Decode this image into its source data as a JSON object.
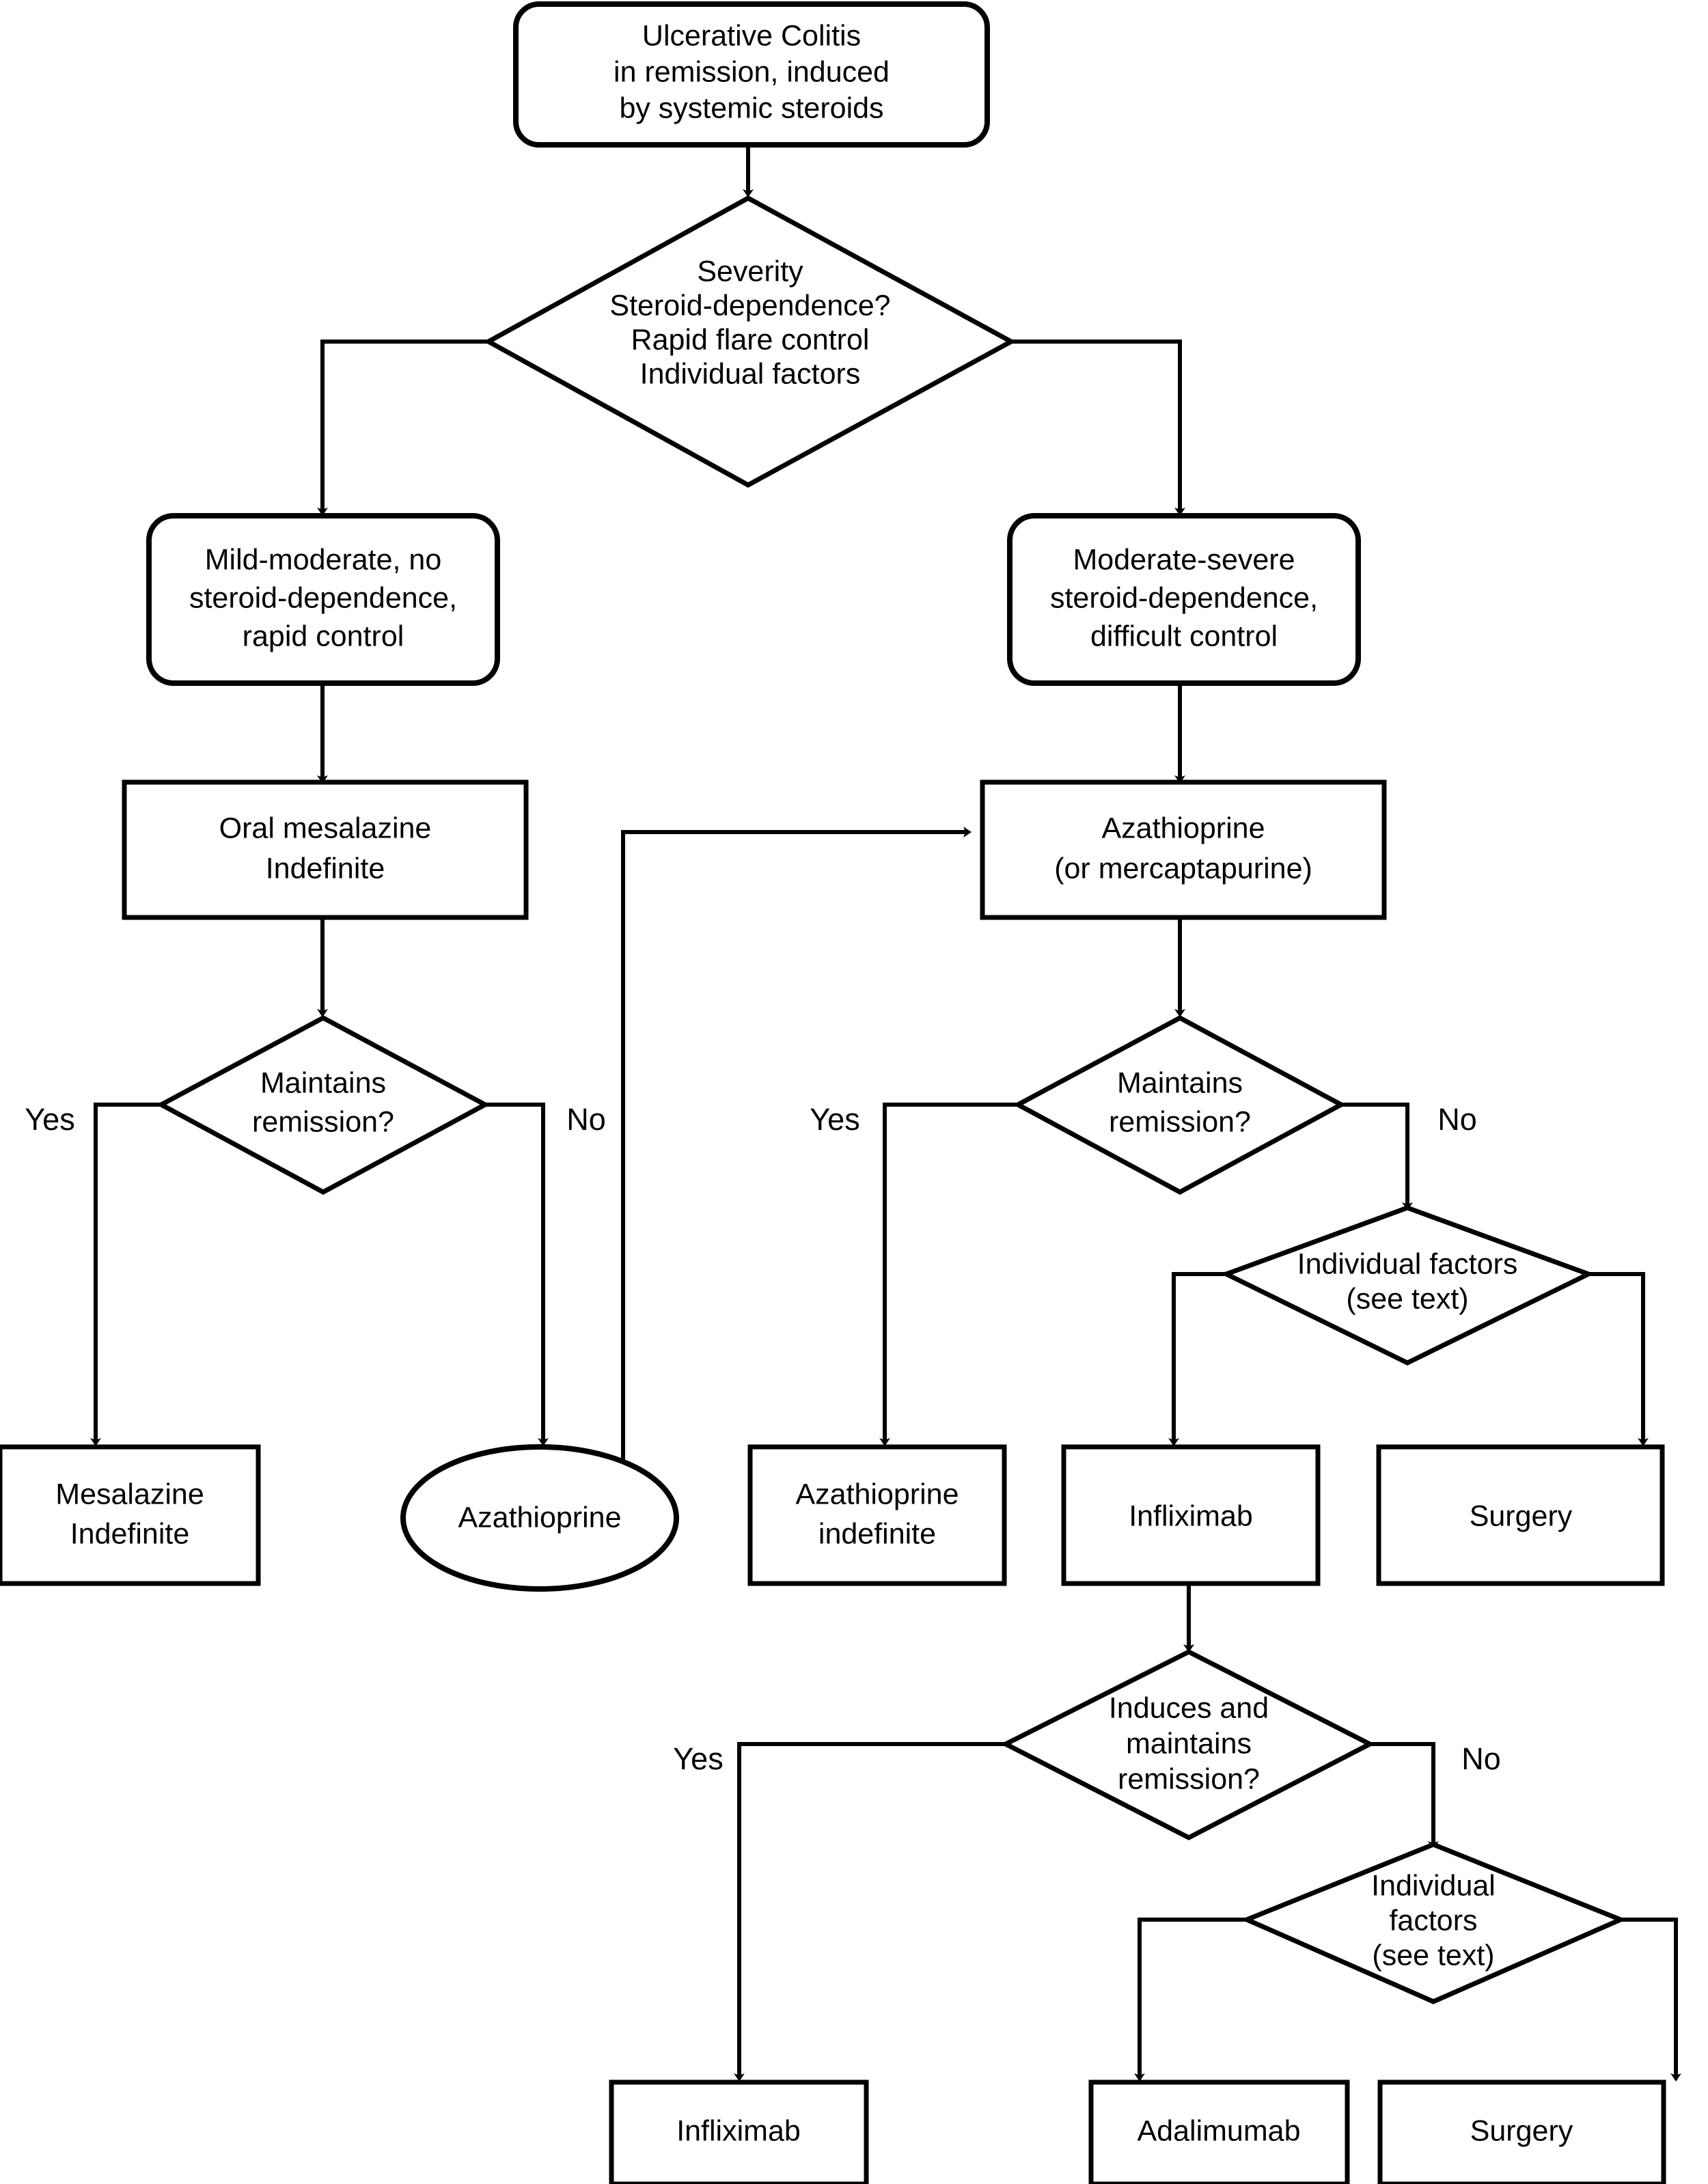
{
  "diagram": {
    "title": "Ulcerative Colitis maintenance-of-remission treatment algorithm",
    "type": "flowchart",
    "background_color": "#ffffff",
    "line_color": "#000000",
    "nodes": [
      {
        "id": "start",
        "shape": "rounded-rect",
        "lines": [
          "Ulcerative Colitis",
          "in remission, induced",
          "by systemic steroids"
        ]
      },
      {
        "id": "severity",
        "shape": "diamond",
        "lines": [
          "Severity",
          "Steroid-dependence?",
          "Rapid flare control",
          "Individual factors"
        ]
      },
      {
        "id": "mild-moderate",
        "shape": "rounded-rect",
        "lines": [
          "Mild-moderate, no",
          "steroid-dependence,",
          "rapid control"
        ]
      },
      {
        "id": "moderate-severe",
        "shape": "rounded-rect",
        "lines": [
          "Moderate-severe",
          "steroid-dependence,",
          "difficult control"
        ]
      },
      {
        "id": "oral-mesalazine",
        "shape": "rect",
        "lines": [
          "Oral mesalazine",
          "Indefinite"
        ]
      },
      {
        "id": "azathioprine-merc",
        "shape": "rect",
        "lines": [
          "Azathioprine",
          "(or mercaptapurine)"
        ]
      },
      {
        "id": "maintains-left",
        "shape": "diamond",
        "lines": [
          "Maintains",
          "remission?"
        ]
      },
      {
        "id": "maintains-right",
        "shape": "diamond",
        "lines": [
          "Maintains",
          "remission?"
        ]
      },
      {
        "id": "individual-factors-1",
        "shape": "diamond",
        "lines": [
          "Individual factors",
          "(see text)"
        ]
      },
      {
        "id": "mesalazine-indefinite",
        "shape": "rect",
        "lines": [
          "Mesalazine",
          "Indefinite"
        ]
      },
      {
        "id": "azathioprine-oval",
        "shape": "oval",
        "lines": [
          "Azathioprine"
        ]
      },
      {
        "id": "azathioprine-indefinite",
        "shape": "rect",
        "lines": [
          "Azathioprine",
          "indefinite"
        ]
      },
      {
        "id": "infliximab-mid",
        "shape": "rect",
        "lines": [
          "Infliximab"
        ]
      },
      {
        "id": "surgery-mid",
        "shape": "rect",
        "lines": [
          "Surgery"
        ]
      },
      {
        "id": "induces-maintains",
        "shape": "diamond",
        "lines": [
          "Induces and",
          "maintains",
          "remission?"
        ]
      },
      {
        "id": "individual-factors-2",
        "shape": "diamond",
        "lines": [
          "Individual",
          "factors",
          "(see text)"
        ]
      },
      {
        "id": "infliximab-bottom",
        "shape": "rect",
        "lines": [
          "Infliximab"
        ]
      },
      {
        "id": "adalimumab",
        "shape": "rect",
        "lines": [
          "Adalimumab"
        ]
      },
      {
        "id": "surgery-bottom",
        "shape": "rect",
        "lines": [
          "Surgery"
        ]
      }
    ],
    "edge_labels": [
      {
        "id": "yes-left-maintains",
        "text": "Yes"
      },
      {
        "id": "no-left-maintains",
        "text": "No"
      },
      {
        "id": "yes-right-maintains",
        "text": "Yes"
      },
      {
        "id": "no-right-maintains",
        "text": "No"
      },
      {
        "id": "yes-induces",
        "text": "Yes"
      },
      {
        "id": "no-induces",
        "text": "No"
      }
    ]
  }
}
